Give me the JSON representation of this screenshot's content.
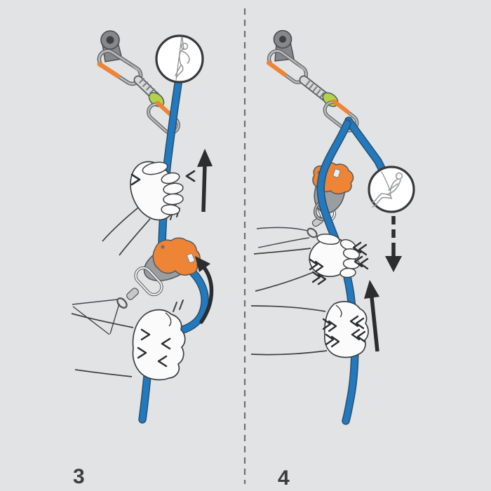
{
  "figure": {
    "background_color": "#e2e3e5",
    "divider_style": "vertical-dashed",
    "colors": {
      "rope_blue": "#2379bd",
      "rope_outline": "#27506e",
      "gear_orange": "#ee8435",
      "keeper_green": "#b2d348",
      "metal_gray": "#9b9ea0",
      "outline_dark": "#57585a",
      "arrow_black": "#2c2d2f",
      "hand_white": "#fbfbfc",
      "inset_border": "#38393b"
    },
    "panels": [
      {
        "step_label": "3",
        "inset": "climber-ascending",
        "elements": [
          "bolt-hanger",
          "quickdraw",
          "climbing-rope",
          "guide-hand",
          "belay-device",
          "locking-carabiner",
          "belay-loop",
          "brake-hand",
          "up-arrow",
          "curved-rotation-arrow",
          "squeeze-chevrons",
          "motion-ticks"
        ]
      },
      {
        "step_label": "4",
        "inset": "climber-hanging",
        "elements": [
          "bolt-hanger",
          "quickdraw",
          "climbing-rope",
          "belay-device",
          "locking-carabiner",
          "harness-lines",
          "guide-hand",
          "brake-hand",
          "dashed-down-arrow",
          "up-arrow",
          "slide-chevrons"
        ]
      }
    ]
  }
}
